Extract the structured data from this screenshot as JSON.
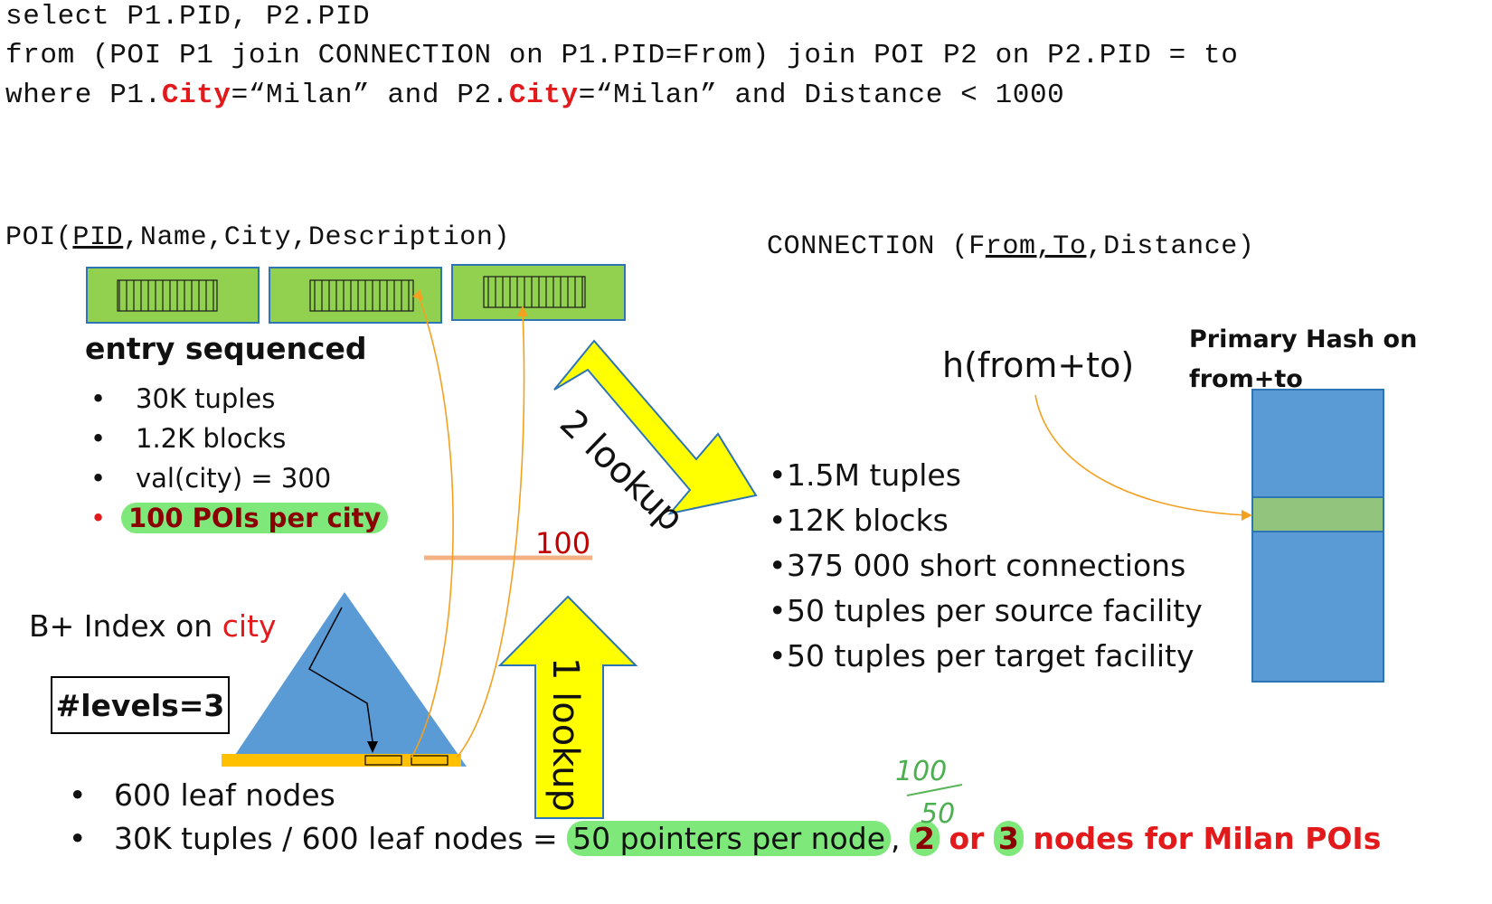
{
  "sql": {
    "select_line": "select P1.PID, P2.PID",
    "from_line": "from (POI P1 join CONNECTION on P1.PID=From) join POI P2 on P2.PID = to",
    "where_prefix": "where P1.",
    "where_city1": "City",
    "where_middle": "=“Milan” and P2.",
    "where_city2": "City",
    "where_suffix": "=“Milan” and Distance < 1000"
  },
  "poi": {
    "schema_prefix": "POI(",
    "schema_key": "PID",
    "schema_rest": ",Name,City,Description)",
    "organization": "entry sequenced",
    "stats": [
      "30K tuples",
      "1.2K blocks",
      "val(city) = 300"
    ],
    "highlight_stat": "100 POIs per city",
    "bar_label": "100"
  },
  "index": {
    "title_prefix": "B+ Index on ",
    "title_attr": "city",
    "levels": "#levels=3",
    "lookup1": "1 lookup",
    "leaf_stats": [
      "600 leaf nodes"
    ],
    "calc_prefix": "30K tuples / 600 leaf nodes = ",
    "calc_highlight": "50 pointers per node",
    "calc_comma": ",",
    "calc_n2": "2",
    "calc_or": "or",
    "calc_n3": "3",
    "calc_suffix": "nodes for Milan POIs",
    "handwritten_top": "100",
    "handwritten_bottom": "50"
  },
  "connection": {
    "schema_prefix": "CONNECTION (F",
    "schema_key": "rom,To",
    "schema_rest": ",Distance)",
    "lookup2": "2 lookup",
    "hash_func": "h(from+to)",
    "hash_title_1": "Primary Hash on",
    "hash_title_2": "from+to",
    "stats": [
      "1.5M tuples",
      "12K blocks",
      "375 000 short connections",
      "50 tuples per source facility",
      "50 tuples per target facility"
    ]
  },
  "colors": {
    "green_block": "#92d050",
    "blue": "#5b9bd5",
    "yellow": "#ffff00",
    "orange": "#f4b183",
    "gold": "#ffc000",
    "hash_band": "#93c47d",
    "red": "#e31a1c",
    "highlight": "#7ee87a"
  }
}
